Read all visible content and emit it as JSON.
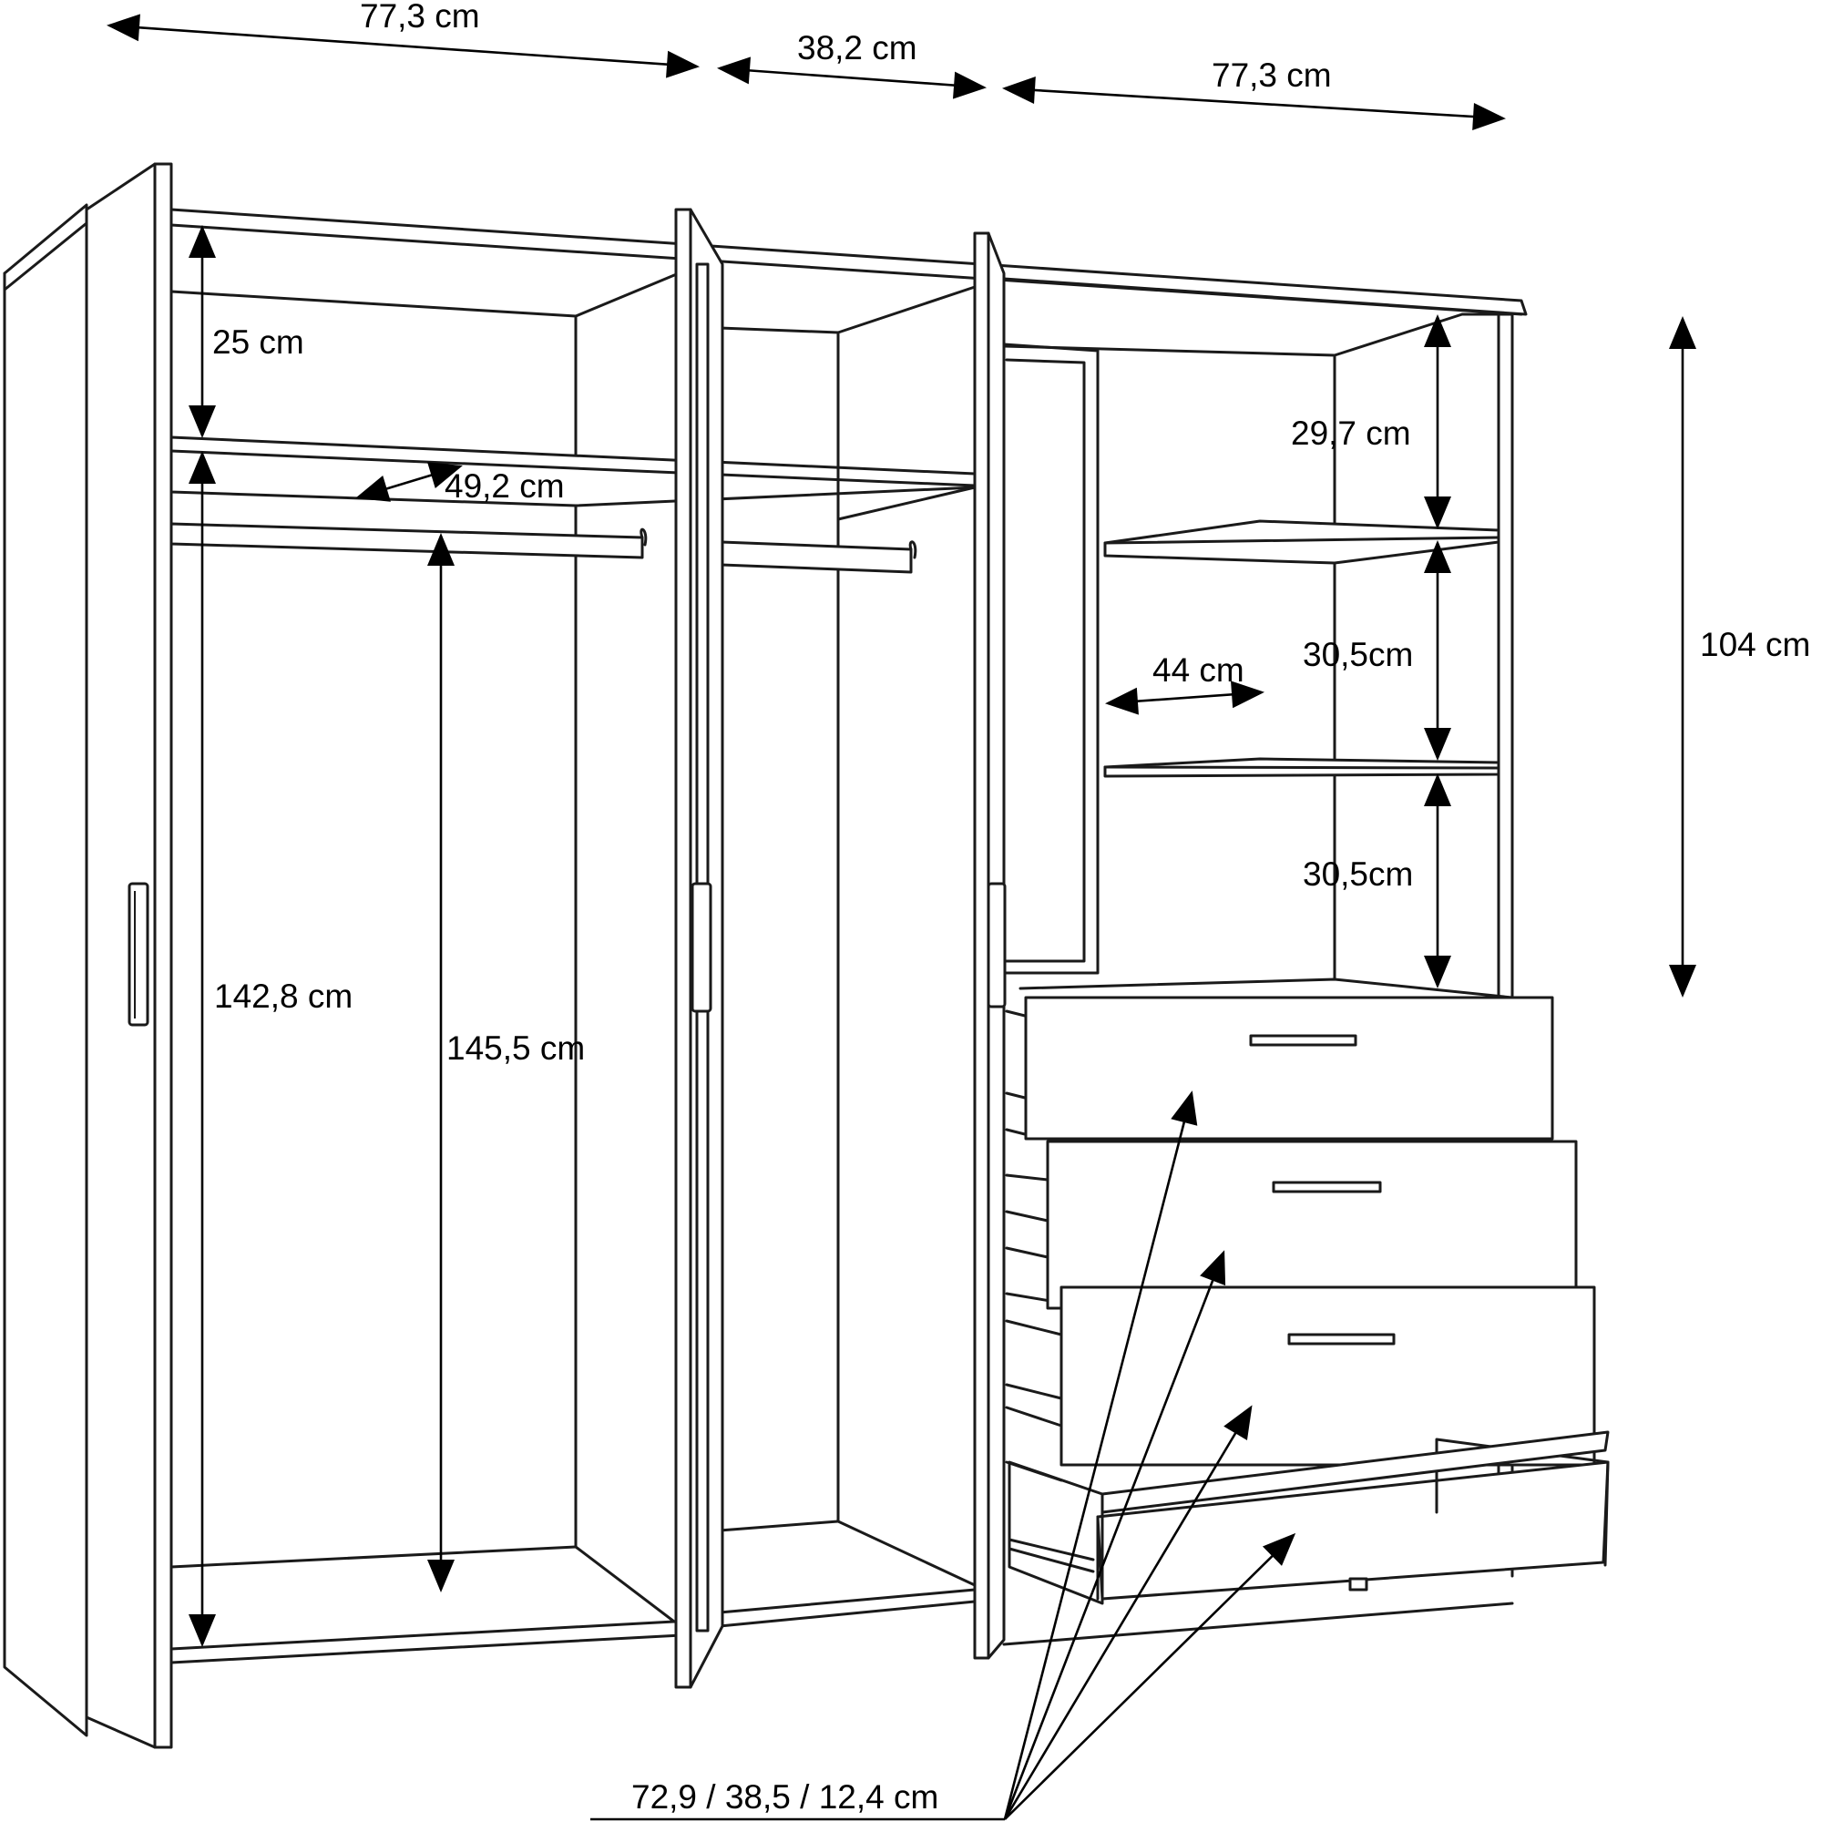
{
  "dimensions": {
    "width_left": "77,3 cm",
    "width_middle": "38,2 cm",
    "width_right": "77,3 cm",
    "top_shelf_height": "25 cm",
    "inner_depth": "49,2 cm",
    "left_hanging_height": "142,8 cm",
    "rail_height": "145,5 cm",
    "shelf_1_height": "29,7 cm",
    "shelf_2_height": "30,5cm",
    "shelf_3_height": "30,5cm",
    "shelf_depth": "44 cm",
    "shelf_section_height": "104 cm",
    "drawer_dims": "72,9 / 38,5 / 12,4 cm"
  }
}
